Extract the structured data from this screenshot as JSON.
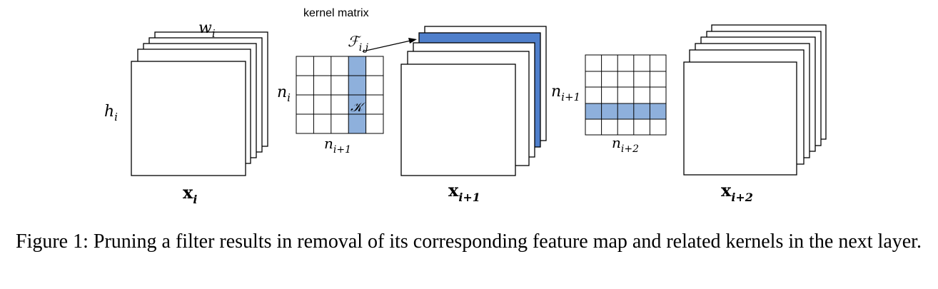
{
  "labels": {
    "w": "w",
    "w_sub": "i",
    "h": "h",
    "h_sub": "i",
    "x1": "x",
    "x1_sub": "i",
    "x2": "x",
    "x2_sub": "i+1",
    "x3": "x",
    "x3_sub": "i+2",
    "kernel_matrix": "kernel matrix",
    "F": "ℱ",
    "F_sub": "i,j",
    "K": "𝒦",
    "n_left": "n",
    "n_left_sub": "i",
    "n_bottom1": "n",
    "n_bottom1_sub": "i+1",
    "n_left2": "n",
    "n_left2_sub": "i+1",
    "n_bottom2": "n",
    "n_bottom2_sub": "i+2"
  },
  "colors": {
    "kernel_highlight": "#8eb0dc",
    "filter_highlight": "#4f7fcb",
    "line": "#000000"
  },
  "caption": "Figure 1: Pruning a filter results in removal of its corresponding feature map and related kernels in the next layer."
}
